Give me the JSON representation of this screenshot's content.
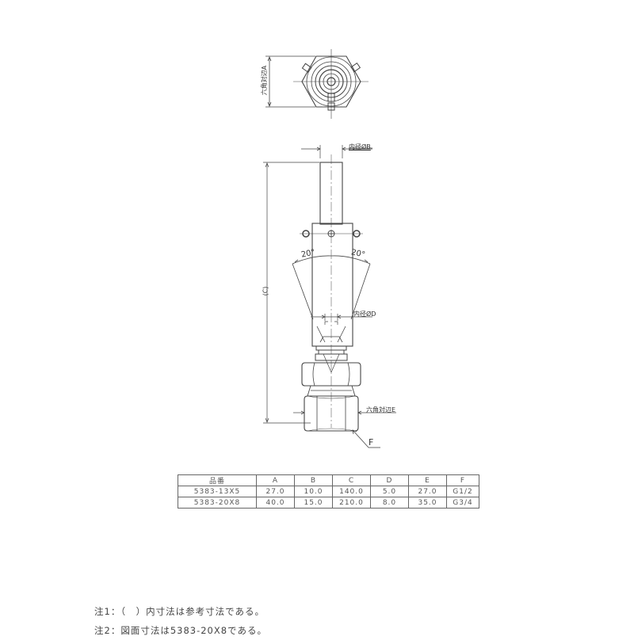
{
  "drawing": {
    "labels": {
      "hex_across_a": "六角対辺A",
      "inner_dia_b": "内径ØB",
      "dim_c": "(C)",
      "angle_left": "20°",
      "angle_right": "20°",
      "inner_dia_d": "内径ØD",
      "hex_across_e": "六角対辺E",
      "thread_f": "F"
    }
  },
  "spec_table": {
    "headers": [
      "品番",
      "A",
      "B",
      "C",
      "D",
      "E",
      "F"
    ],
    "rows": [
      [
        "5383-13X5",
        "27.0",
        "10.0",
        "140.0",
        "5.0",
        "27.0",
        "G1/2"
      ],
      [
        "5383-20X8",
        "40.0",
        "15.0",
        "210.0",
        "8.0",
        "35.0",
        "G3/4"
      ]
    ]
  },
  "notes": [
    "注1：（　）内寸法は参考寸法である。",
    "注2：図面寸法は5383-20X8である。"
  ]
}
